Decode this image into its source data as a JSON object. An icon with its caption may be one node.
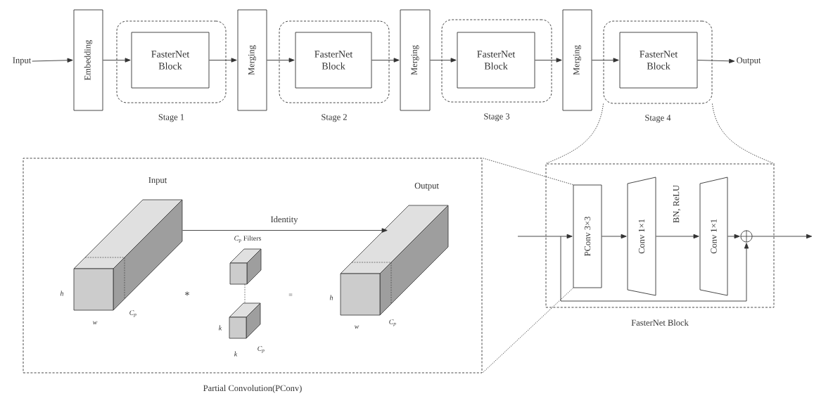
{
  "diagram": {
    "nodes": [
      {
        "text": [
          "Input"
        ]
      },
      {
        "text": [
          "Embedding"
        ]
      },
      {
        "text": [
          "Stage 1"
        ]
      },
      {
        "text": [
          "FasterNet Block"
        ],
        "in": 2
      },
      {
        "text": [
          "Merging"
        ]
      },
      {
        "text": [
          "Stage 2"
        ]
      },
      {
        "text": [
          "FasterNet Block"
        ],
        "in": 5
      },
      {
        "text": [
          "Merging"
        ]
      },
      {
        "text": [
          "Stage 3"
        ]
      },
      {
        "text": [
          "FasterNet Block"
        ],
        "in": 8
      },
      {
        "text": [
          "Merging"
        ]
      },
      {
        "text": [
          "Stage 4"
        ]
      },
      {
        "text": [
          "FasterNet Block"
        ],
        "in": 11
      },
      {
        "text": [
          "Output"
        ]
      },
      {
        "text": [
          "Partial Convolution(PConv)"
        ]
      },
      {
        "text": [
          "Input"
        ],
        "in": 14
      },
      {
        "text": [
          "Output"
        ],
        "in": 14
      },
      {
        "text": [
          "FasterNet Block"
        ]
      },
      {
        "text": [
          "PConv 3×3"
        ],
        "in": 17
      },
      {
        "text": [
          "Conv 1×1"
        ],
        "in": 17
      },
      {
        "text": [
          "Conv 1×1"
        ],
        "in": 17
      },
      {
        "text": [],
        "shape": "circle",
        "in": 17
      }
    ],
    "edges": [
      {
        "from": 0,
        "to": 1,
        "arrow": "to"
      },
      {
        "from": 1,
        "to": 3,
        "arrow": "to"
      },
      {
        "from": 3,
        "to": 4,
        "arrow": "to"
      },
      {
        "from": 4,
        "to": 6,
        "arrow": "to"
      },
      {
        "from": 6,
        "to": 7,
        "arrow": "to"
      },
      {
        "from": 7,
        "to": 9,
        "arrow": "to"
      },
      {
        "from": 9,
        "to": 10,
        "arrow": "to"
      },
      {
        "from": 10,
        "to": 12,
        "arrow": "to"
      },
      {
        "from": 12,
        "to": 13,
        "arrow": "to"
      },
      {
        "from": 15,
        "to": 16,
        "arrow": "to",
        "label": "Identity"
      },
      {
        "from": null,
        "to": 18,
        "arrow": "to"
      },
      {
        "from": 18,
        "to": 19,
        "arrow": "to"
      },
      {
        "from": 19,
        "to": 20,
        "arrow": "to",
        "label": "BN, ReLU"
      },
      {
        "from": 20,
        "to": 21,
        "arrow": "to"
      },
      {
        "from": 21,
        "to": null,
        "arrow": "to"
      },
      {
        "from": null,
        "to": 21,
        "arrow": "to"
      },
      {
        "from": 11,
        "to": 17,
        "arrow": "none",
        "style": "dashed"
      },
      {
        "from": 11,
        "to": 17,
        "arrow": "none",
        "style": "dashed"
      },
      {
        "from": 18,
        "to": 14,
        "arrow": "none",
        "style": "dashed"
      },
      {
        "from": 18,
        "to": 14,
        "arrow": "none",
        "style": "dashed"
      }
    ],
    "labels": [
      "h",
      "w",
      "C$_{p}$",
      "∗",
      "*C*$_{p}$ Filters",
      "k",
      "k",
      "C$_{p}$",
      "=",
      "h",
      "w",
      "C$_{p}$"
    ]
  }
}
